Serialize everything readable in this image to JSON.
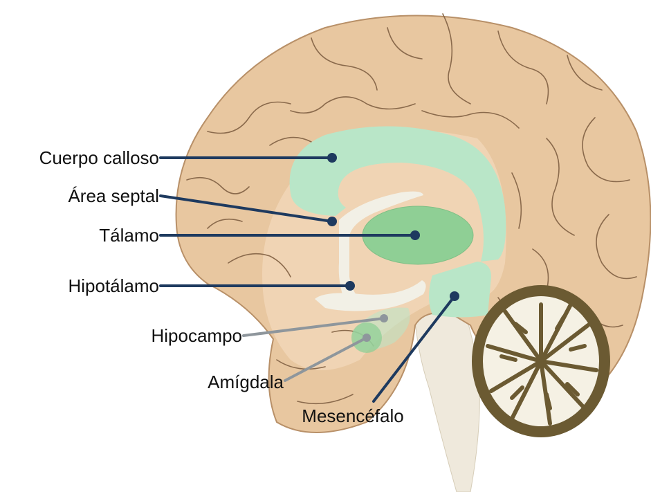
{
  "colors": {
    "brain": "#e8c7a0",
    "brain_inner": "#f0d4b4",
    "limbic": "#b9e6c8",
    "thalamus": "#8fcf95",
    "ventricle": "#f2f0e6",
    "brainstem": "#efe9dc",
    "cerebellum_dark": "#6b5a32",
    "cerebellum_light": "#f5f1e4",
    "leader_navy": "#1e3a5f",
    "leader_gray": "#8e969c"
  },
  "labels": {
    "cuerpo_calloso": "Cuerpo calloso",
    "area_septal": "Área septal",
    "talamo": "Tálamo",
    "hipotalamo": "Hipotálamo",
    "hipocampo": "Hipocampo",
    "amigdala": "Amígdala",
    "mesencefalo": "Mesencéfalo"
  }
}
